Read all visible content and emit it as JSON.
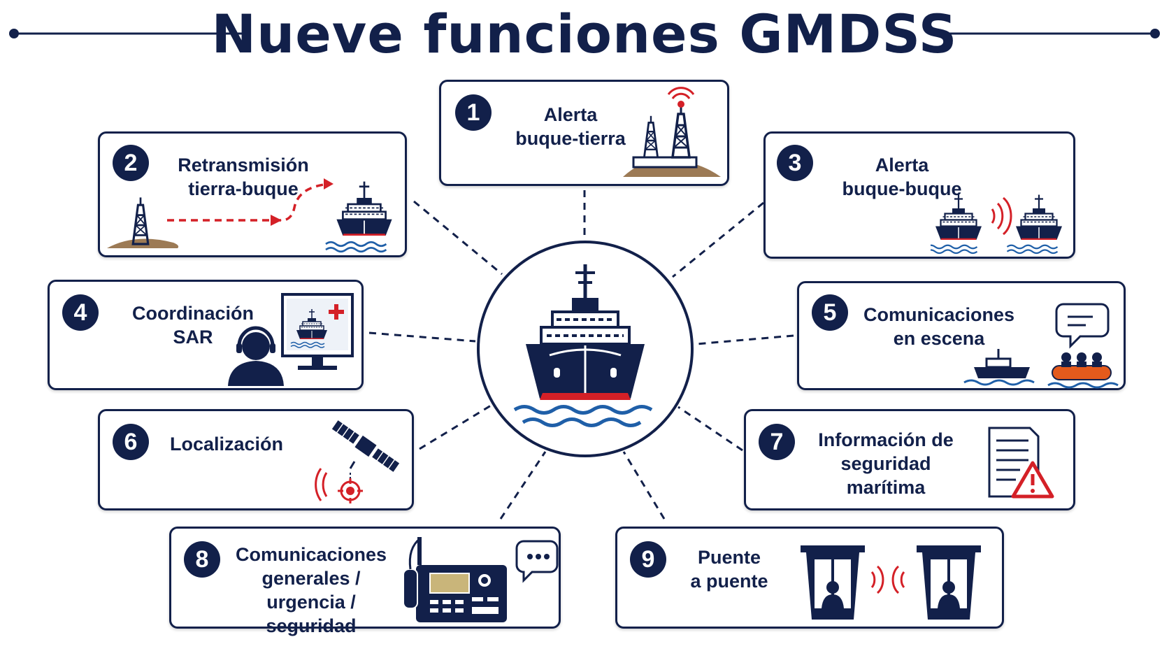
{
  "title": "Nueve funciones GMDSS",
  "colors": {
    "navy": "#12204a",
    "red": "#d42027",
    "sand": "#9c7a55",
    "water": "#1f5fa8"
  },
  "functions": [
    {
      "n": "1",
      "lines": [
        "Alerta",
        "buque-tierra"
      ],
      "icon": "shore-radio-tower-icon"
    },
    {
      "n": "2",
      "lines": [
        "Retransmisión",
        "tierra-buque"
      ],
      "icon": "tower-to-ship-relay-icon"
    },
    {
      "n": "3",
      "lines": [
        "Alerta",
        "buque-buque"
      ],
      "icon": "ship-to-ship-icon"
    },
    {
      "n": "4",
      "lines": [
        "Coordinación",
        "SAR"
      ],
      "icon": "sar-operator-monitor-icon"
    },
    {
      "n": "5",
      "lines": [
        "Comunicaciones",
        "en escena"
      ],
      "icon": "rescue-scene-icon"
    },
    {
      "n": "6",
      "lines": [
        "Localización"
      ],
      "icon": "satellite-locator-icon"
    },
    {
      "n": "7",
      "lines": [
        "Información de",
        "seguridad marítima"
      ],
      "icon": "safety-document-warning-icon"
    },
    {
      "n": "8",
      "lines": [
        "Comunicaciones",
        "generales /",
        "urgencia / seguridad"
      ],
      "icon": "vhf-radio-icon"
    },
    {
      "n": "9",
      "lines": [
        "Puente",
        "a puente"
      ],
      "icon": "bridge-to-bridge-icon"
    }
  ],
  "hub_icon": "ship-icon"
}
